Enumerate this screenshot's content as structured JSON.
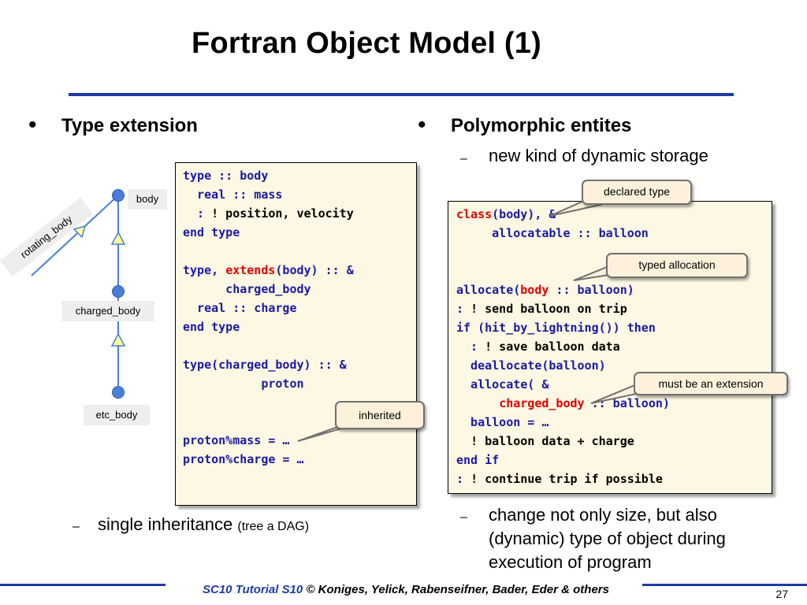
{
  "slide": {
    "title": "Fortran Object Model (1)",
    "left": {
      "bullet": "Type extension",
      "sub_text": "single inheritance",
      "sub_small": "(tree a DAG)",
      "tree": {
        "rotated_label": "rotating_body",
        "nodes": [
          "body",
          "charged_body",
          "etc_body"
        ]
      },
      "code_lines": [
        [
          {
            "t": "type :: body",
            "c": "blue"
          }
        ],
        [
          {
            "t": "  real :: mass",
            "c": "blue"
          }
        ],
        [
          {
            "t": "  : ",
            "c": "blue"
          },
          {
            "t": "! position, velocity",
            "c": "black"
          }
        ],
        [
          {
            "t": "end type",
            "c": "blue"
          }
        ],
        [
          {
            "t": "",
            "c": "blue"
          }
        ],
        [
          {
            "t": "type, ",
            "c": "blue"
          },
          {
            "t": "extends",
            "c": "red"
          },
          {
            "t": "(body) :: &",
            "c": "blue"
          }
        ],
        [
          {
            "t": "      charged_body",
            "c": "blue"
          }
        ],
        [
          {
            "t": "  real :: charge",
            "c": "blue"
          }
        ],
        [
          {
            "t": "end type",
            "c": "blue"
          }
        ],
        [
          {
            "t": "",
            "c": "blue"
          }
        ],
        [
          {
            "t": "type(charged_body) :: &",
            "c": "blue"
          }
        ],
        [
          {
            "t": "           proton",
            "c": "blue"
          }
        ],
        [
          {
            "t": "",
            "c": "blue"
          }
        ],
        [
          {
            "t": "",
            "c": "blue"
          }
        ],
        [
          {
            "t": "proton%mass = …",
            "c": "blue"
          }
        ],
        [
          {
            "t": "proton%charge = …",
            "c": "blue"
          }
        ]
      ],
      "callout_inherited": "inherited"
    },
    "right": {
      "bullet": "Polymorphic entites",
      "sub1": "new kind of dynamic storage",
      "callouts": {
        "declared_type": "declared type",
        "typed_allocation": "typed allocation",
        "extension": "must be an extension"
      },
      "code_lines": [
        [
          {
            "t": "class",
            "c": "red"
          },
          {
            "t": "(body), &",
            "c": "blue"
          }
        ],
        [
          {
            "t": "     allocatable :: balloon",
            "c": "blue"
          }
        ],
        [
          {
            "t": "",
            "c": "blue"
          }
        ],
        [
          {
            "t": "",
            "c": "blue"
          }
        ],
        [
          {
            "t": "allocate(",
            "c": "blue"
          },
          {
            "t": "body",
            "c": "red"
          },
          {
            "t": " :: balloon)",
            "c": "blue"
          }
        ],
        [
          {
            "t": ": ",
            "c": "blue"
          },
          {
            "t": "! send balloon on trip",
            "c": "black"
          }
        ],
        [
          {
            "t": "if (hit_by_lightning()) then",
            "c": "blue"
          }
        ],
        [
          {
            "t": "  : ",
            "c": "blue"
          },
          {
            "t": "! save balloon data",
            "c": "black"
          }
        ],
        [
          {
            "t": "  deallocate(balloon)",
            "c": "blue"
          }
        ],
        [
          {
            "t": "  allocate( &",
            "c": "blue"
          }
        ],
        [
          {
            "t": "      ",
            "c": "blue"
          },
          {
            "t": "charged_body",
            "c": "red"
          },
          {
            "t": " :: balloon)",
            "c": "blue"
          }
        ],
        [
          {
            "t": "  balloon = …",
            "c": "blue"
          }
        ],
        [
          {
            "t": "  ",
            "c": "blue"
          },
          {
            "t": "! balloon data + charge",
            "c": "black"
          }
        ],
        [
          {
            "t": "end if",
            "c": "blue"
          }
        ],
        [
          {
            "t": ": ",
            "c": "blue"
          },
          {
            "t": "! continue trip if possible",
            "c": "black"
          }
        ]
      ],
      "sub2_lines": [
        "change not only size, but also",
        "(dynamic) type of object during",
        "execution of program"
      ]
    },
    "footer": {
      "course": "SC10 Tutorial S10",
      "authors": " © Koniges, Yelick, Rabenseifner, Bader, Eder & others",
      "page": "27"
    },
    "colors": {
      "accent": "#1f3aa8",
      "code_blue": "#1a1aa3",
      "keyword_red": "#e00000",
      "code_bg": "#fdf8e3",
      "tree_node": "#4a7fd8",
      "tree_arrow": "#ffff99"
    }
  }
}
